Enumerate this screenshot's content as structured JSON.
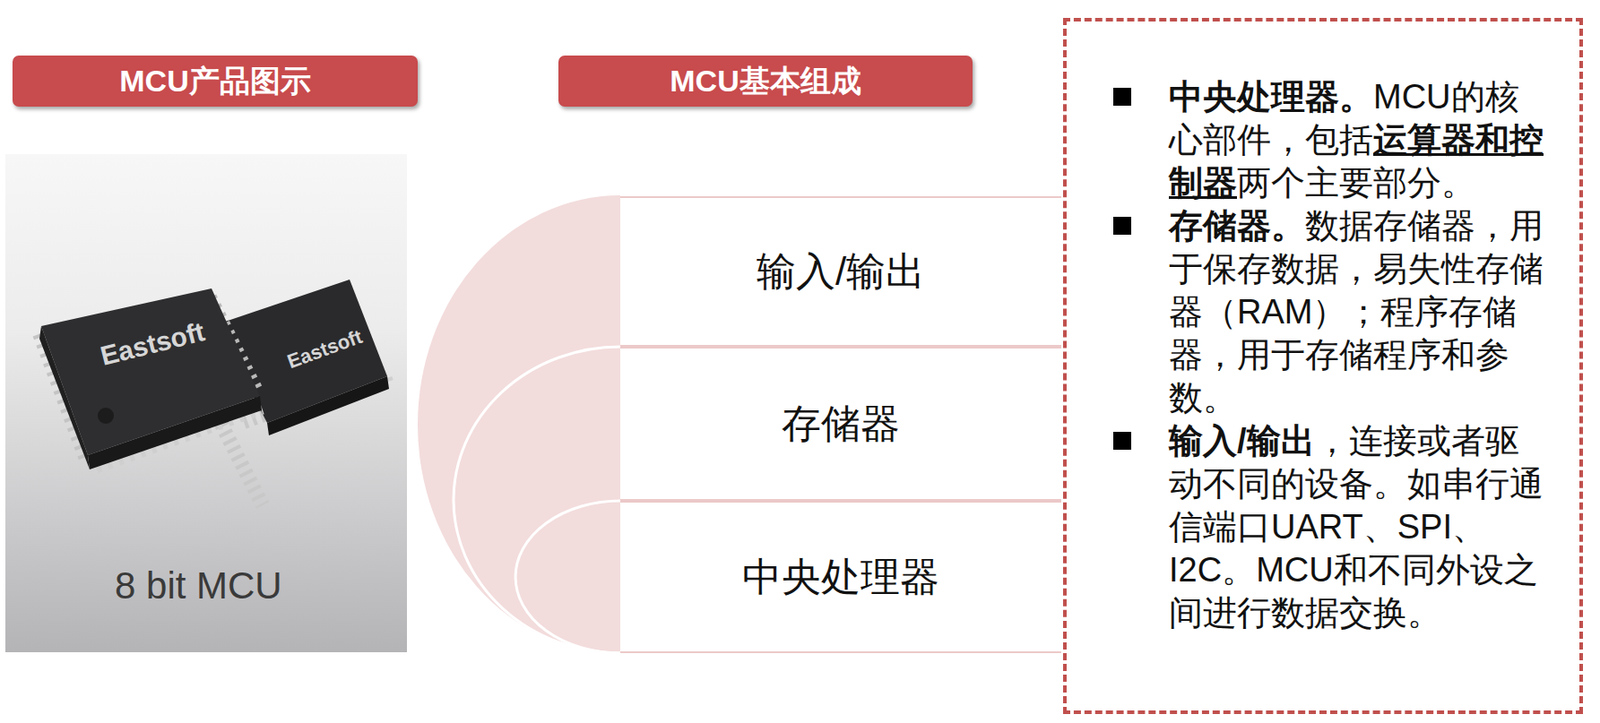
{
  "diagram": {
    "nodes": [
      {
        "text": [
          "MCU产品图示"
        ]
      },
      {
        "text": [
          "8 bit MCU"
        ]
      },
      {
        "text": [
          "MCU基本组成"
        ]
      },
      {
        "text": [
          "输入/输出"
        ]
      },
      {
        "text": [
          "存储器"
        ]
      },
      {
        "text": [
          "中央处理器"
        ]
      },
      {
        "text": [
          "中央处理器。",
          "MCU的核心部件，包括",
          "运算器和控制器",
          "两个主要部分。",
          "存储器。",
          "数据存储器，用于保存数据，易失性存储器（RAM）；程序存储器，用于存储程序和参数。",
          "输入/输出",
          "，连接或者驱动不同的设备。如串行通信端口UART、SPI、I2C。MCU和不同外设之间进行数据交换。"
        ]
      }
    ],
    "labels": [
      "Eastsoft",
      "Eastsoft"
    ]
  }
}
